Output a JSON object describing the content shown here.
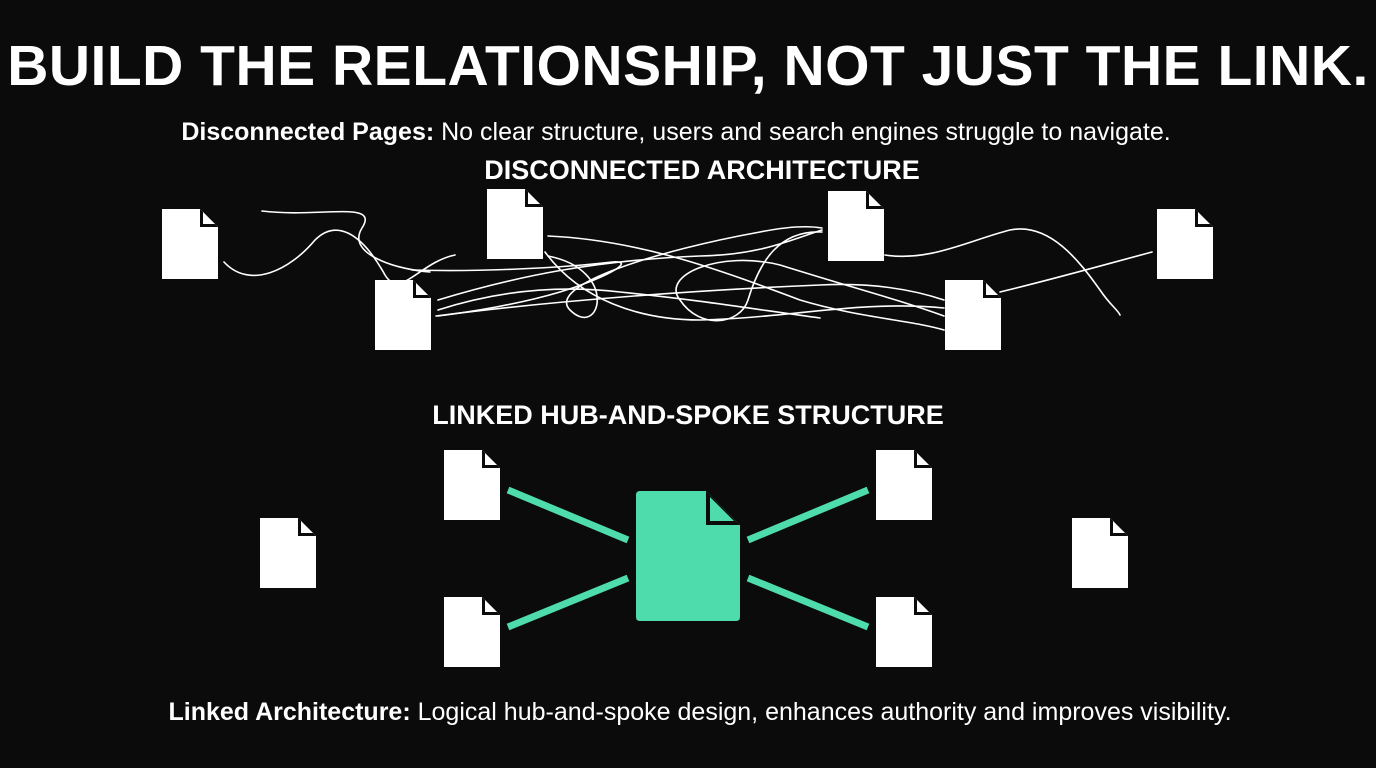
{
  "headline": "BUILD THE RELATIONSHIP, NOT JUST THE LINK.",
  "disconnected": {
    "caption_lead": "Disconnected Pages:",
    "caption_text": " No clear structure, users and search engines struggle to navigate.",
    "title": "DISCONNECTED ARCHITECTURE"
  },
  "linked": {
    "title": "LINKED HUB-AND-SPOKE STRUCTURE",
    "caption_lead": "Linked Architecture:",
    "caption_text": " Logical hub-and-spoke design, enhances authority and improves visibility."
  },
  "colors": {
    "background": "#0b0b0b",
    "page_icon": "#ffffff",
    "hub_accent": "#4fdcac",
    "tangled_line": "#ffffff"
  },
  "icons": {
    "page": "document-icon",
    "hub": "hub-document-icon"
  }
}
